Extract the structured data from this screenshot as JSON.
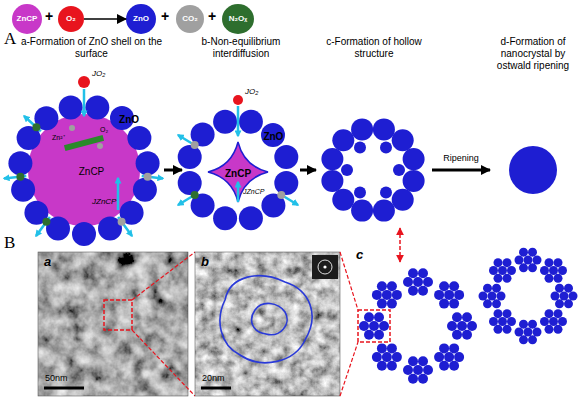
{
  "diagram": {
    "nodes": [
      {
        "text": [
          "ZnCP"
        ]
      },
      {
        "text": [
          "O₂"
        ]
      },
      {
        "text": [
          "ZnO"
        ]
      },
      {
        "text": [
          "CO₂"
        ]
      },
      {
        "text": [
          "N₂Oₓ"
        ]
      },
      {
        "text": [
          "a-Formation of ZnO shell on the surface"
        ]
      },
      {
        "text": [
          "b-Non-equilibrium interdiffusion"
        ]
      },
      {
        "text": [
          "c-Formation of hollow structure"
        ]
      },
      {
        "text": [
          "d-Formation of nanocrystal by ostwald ripening"
        ]
      },
      {
        "text": [
          "ZnCP"
        ],
        "in": 5
      },
      {
        "text": [
          "ZnO"
        ],
        "in": 5
      },
      {
        "text": [
          "ZnO"
        ],
        "in": 6
      },
      {
        "text": [
          "ZnCP"
        ],
        "in": 6
      }
    ],
    "edges": [
      {
        "from": 1,
        "to": 2,
        "arrow": "to"
      },
      {
        "from": 5,
        "to": 6,
        "arrow": "to"
      },
      {
        "from": 6,
        "to": 7,
        "arrow": "to"
      },
      {
        "from": 7,
        "to": 8,
        "arrow": "to",
        "label": "Ripening"
      }
    ],
    "labels": [
      "A",
      "+",
      "+",
      "+",
      "JO₂",
      "Zn²⁺",
      "O₂",
      "JZnCP",
      "JO₂",
      "JZnCP",
      "B",
      "a",
      "50nm",
      "b",
      "20nm",
      "c"
    ]
  }
}
